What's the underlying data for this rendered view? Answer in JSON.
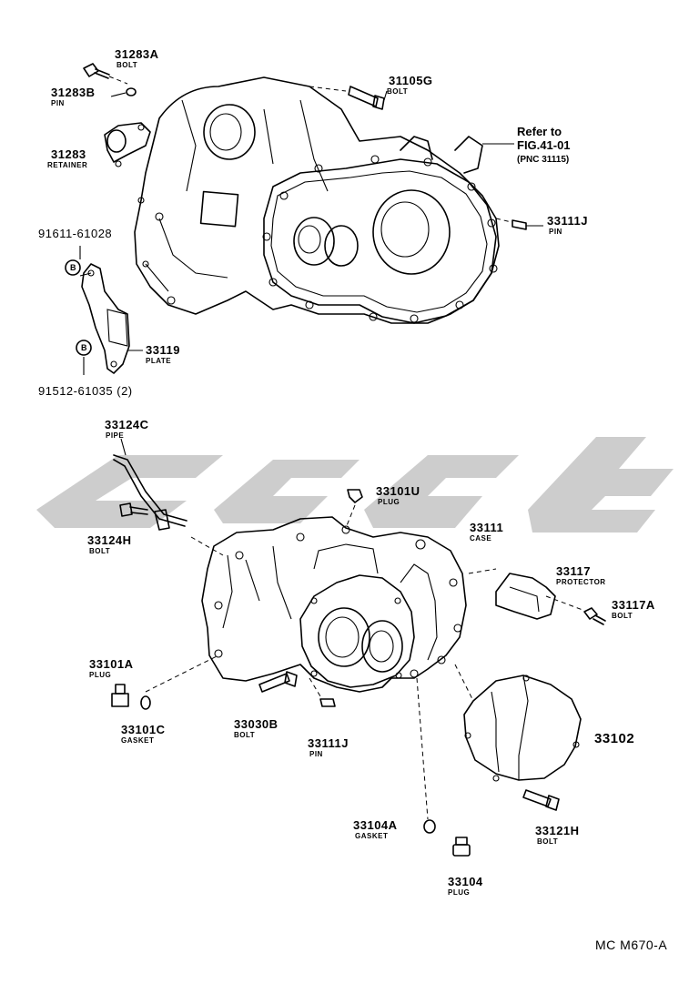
{
  "diagram_code": "MC M670-A",
  "colors": {
    "ink": "#000000",
    "watermark": "#c8c8c8",
    "background": "#ffffff"
  },
  "reference": {
    "line1": "Refer to",
    "line2": "FIG.41-01",
    "line3": "(PNC 31115)"
  },
  "callout_markers": {
    "b1": "B",
    "b2": "B"
  },
  "extra_codes": {
    "bolt_a": "91611-61028",
    "bolt_b": "91512-61035 (2)"
  },
  "parts": {
    "p31283A": {
      "number": "31283A",
      "name": "BOLT"
    },
    "p31283B": {
      "number": "31283B",
      "name": "PIN"
    },
    "p31283": {
      "number": "31283",
      "name": "RETAINER"
    },
    "p31105G": {
      "number": "31105G",
      "name": "BOLT"
    },
    "p33111J_top": {
      "number": "33111J",
      "name": "PIN"
    },
    "p33119": {
      "number": "33119",
      "name": "PLATE"
    },
    "p33124C": {
      "number": "33124C",
      "name": "PIPE"
    },
    "p33124H": {
      "number": "33124H",
      "name": "BOLT"
    },
    "p33101U": {
      "number": "33101U",
      "name": "PLUG"
    },
    "p33111": {
      "number": "33111",
      "name": "CASE"
    },
    "p33117": {
      "number": "33117",
      "name": "PROTECTOR"
    },
    "p33117A": {
      "number": "33117A",
      "name": "BOLT"
    },
    "p33101A": {
      "number": "33101A",
      "name": "PLUG"
    },
    "p33101C": {
      "number": "33101C",
      "name": "GASKET"
    },
    "p33030B": {
      "number": "33030B",
      "name": "BOLT"
    },
    "p33111J_bot": {
      "number": "33111J",
      "name": "PIN"
    },
    "p33102": {
      "number": "33102",
      "name": ""
    },
    "p33104A": {
      "number": "33104A",
      "name": "GASKET"
    },
    "p33121H": {
      "number": "33121H",
      "name": "BOLT"
    },
    "p33104": {
      "number": "33104",
      "name": "PLUG"
    }
  }
}
